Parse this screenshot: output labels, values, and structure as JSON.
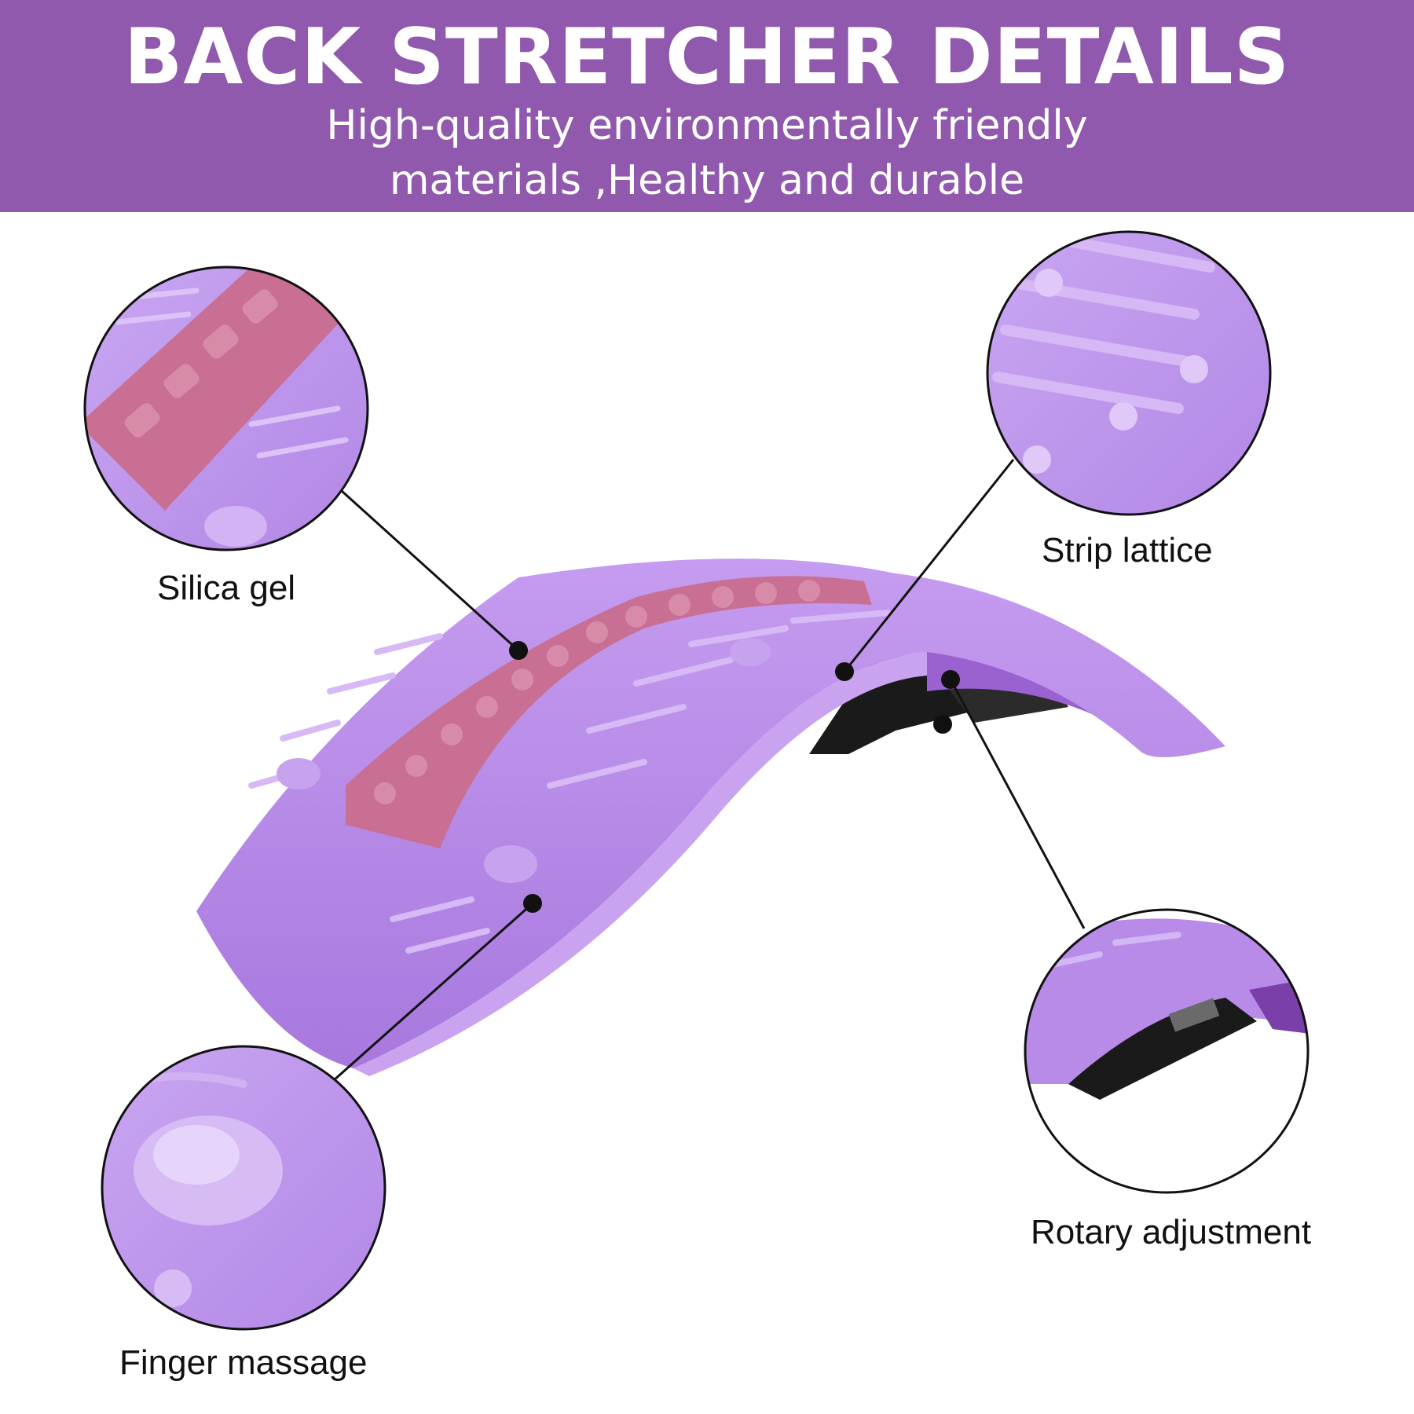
{
  "header": {
    "title": "BACK STRETCHER DETAILS",
    "subtitle_line1": "High-quality environmentally friendly",
    "subtitle_line2": "materials ,Healthy and durable"
  },
  "callouts": [
    {
      "label": "Silica gel"
    },
    {
      "label": "Strip lattice"
    },
    {
      "label": "Rotary adjustment"
    },
    {
      "label": "Finger massage"
    }
  ],
  "colors": {
    "banner": "#9059ad",
    "stretcher_body": "#b98be8",
    "silica_strip": "#c86f93",
    "text": "#111111"
  }
}
